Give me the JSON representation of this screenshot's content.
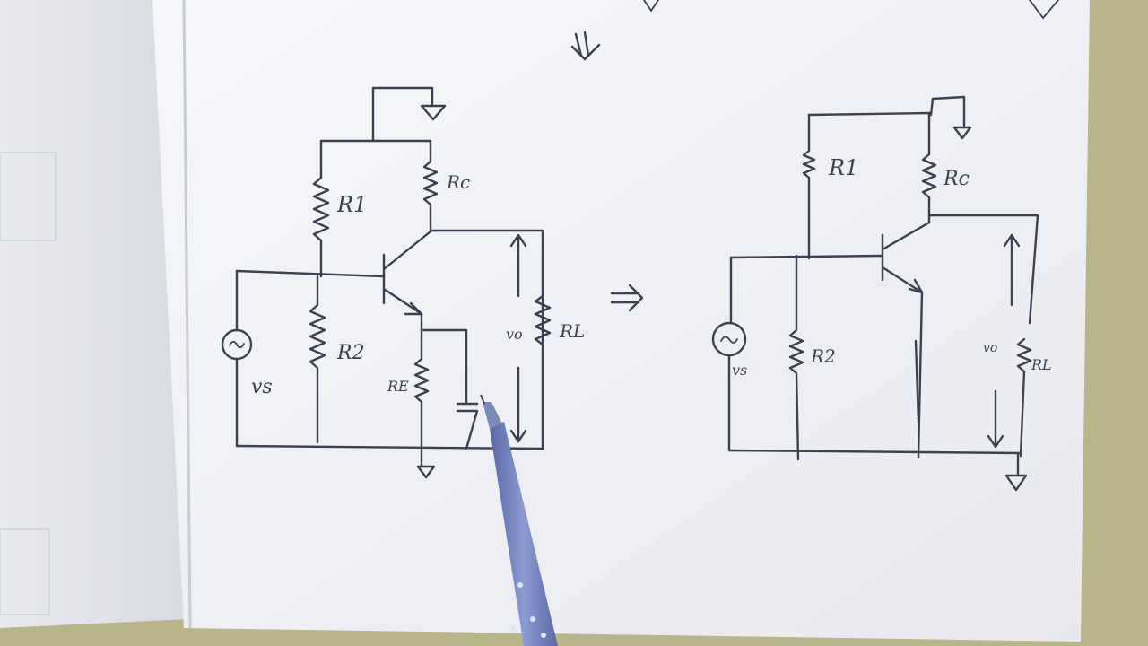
{
  "left_circuit": {
    "r1": "R1",
    "rc": "Rc",
    "r2": "R2",
    "re": "RE",
    "rl": "RL",
    "vs": "vs",
    "vo": "vo"
  },
  "right_circuit": {
    "r1": "R1",
    "rc": "Rc",
    "r2": "R2",
    "rl": "RL",
    "vs": "vs",
    "vo": "vo"
  },
  "colors": {
    "ink": "#3e4052",
    "paper": "#f3f4f8",
    "table": "#b9b489",
    "pen_body": "#6b7bb5"
  }
}
